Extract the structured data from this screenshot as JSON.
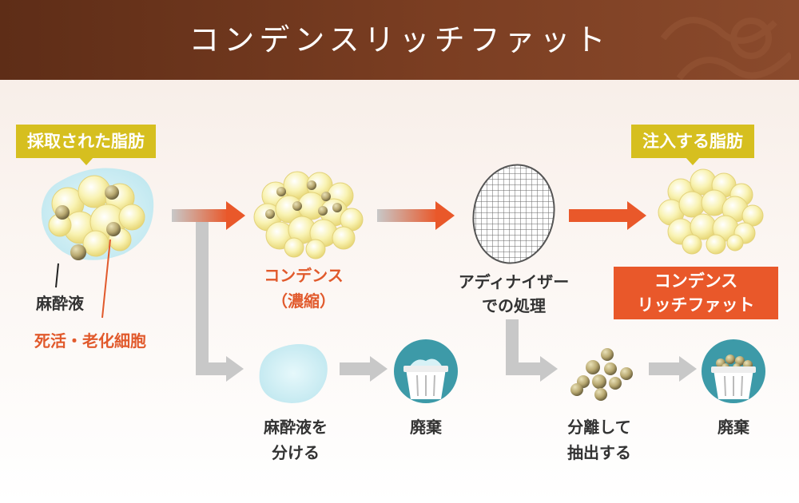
{
  "header": {
    "title": "コンデンスリッチファット"
  },
  "tags": {
    "collected_fat": "採取された脂肪",
    "injected_fat": "注入する脂肪"
  },
  "labels": {
    "anesthetic": "麻酔液",
    "dead_cells": "死活・老化細胞",
    "condense_line1": "コンデンス",
    "condense_line2": "（濃縮）",
    "adinizer_line1": "アディナイザー",
    "adinizer_line2": "での処理",
    "separate_anesthetic_line1": "麻酔液を",
    "separate_anesthetic_line2": "分ける",
    "discard_1": "廃棄",
    "separate_extract_line1": "分離して",
    "separate_extract_line2": "抽出する",
    "discard_2": "廃棄"
  },
  "result": {
    "line1": "コンデンス",
    "line2": "リッチファット"
  },
  "colors": {
    "header_brown": "#6b3219",
    "tag_gold": "#d6bf1f",
    "accent_orange": "#e9582a",
    "arrow_gray": "#c8c8c8",
    "fat_yellow": "#f7f0a0",
    "liquid_blue": "#c9ecf2",
    "bin_teal": "#3d9aa8"
  },
  "icons": [
    "fat-cluster-icon",
    "condensed-fat-icon",
    "mesh-filter-icon",
    "anesthetic-drop-icon",
    "trash-bin-icon",
    "dead-cells-icon"
  ]
}
